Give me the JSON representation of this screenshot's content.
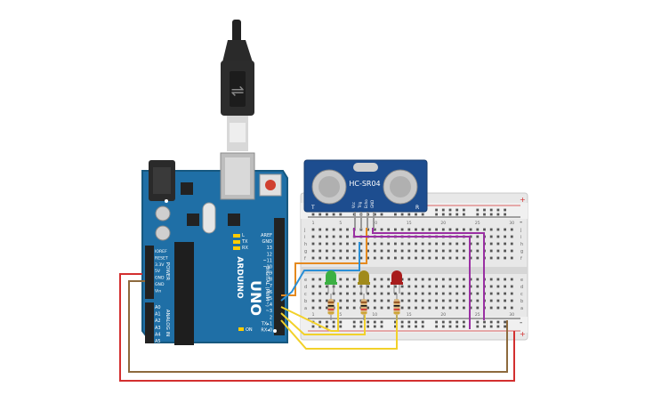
{
  "arduino": {
    "brand_vertical": "ARDUINO",
    "model_label": "UNO",
    "digital_caption": "DIGITAL (PWM~)",
    "tx_label": "TX",
    "rx_label": "RX",
    "l_label": "L",
    "on_label": "ON",
    "power_caption": "POWER",
    "analog_caption": "ANALOG IN",
    "right_header_labels": [
      "AREF",
      "GND",
      "13",
      "12",
      "~11",
      "~10",
      "~9",
      "8",
      "7",
      "~6",
      "~5",
      "4",
      "~3",
      "2",
      "TX▸1",
      "RX◂0"
    ],
    "power_pins": [
      "IOREF",
      "RESET",
      "3.3V",
      "5V",
      "GND",
      "GND",
      "Vin"
    ],
    "analog_pins": [
      "A0",
      "A1",
      "A2",
      "A3",
      "A4",
      "A5"
    ]
  },
  "sensor": {
    "label": "HC-SR04",
    "pins": [
      "Vcc",
      "Trig",
      "Echo",
      "GND"
    ],
    "corner_left": "T",
    "corner_right": "R"
  },
  "breadboard": {
    "col_numbers": [
      "1",
      "5",
      "10",
      "15",
      "20",
      "25",
      "30"
    ],
    "row_letters_top": [
      "j",
      "i",
      "h",
      "g",
      "f"
    ],
    "row_letters_bottom": [
      "e",
      "d",
      "c",
      "b",
      "a"
    ],
    "plus": "+",
    "minus": "-"
  },
  "leds": [
    {
      "name": "green",
      "color": "#3cb043"
    },
    {
      "name": "yellow",
      "color": "#a08a1c"
    },
    {
      "name": "red",
      "color": "#a81c1c"
    }
  ],
  "wire_colors": {
    "red": "#d32f2f",
    "brown": "#8d6a3d",
    "orange": "#e58a1f",
    "blue": "#2b8fd6",
    "purple": "#9a2fa3",
    "yellow": "#f2d12a",
    "black": "#333333"
  },
  "colors": {
    "board": "#1f6fa6",
    "board_dark": "#17587f",
    "breadboard": "#e8e8e8",
    "sensor": "#1d4d8f"
  }
}
